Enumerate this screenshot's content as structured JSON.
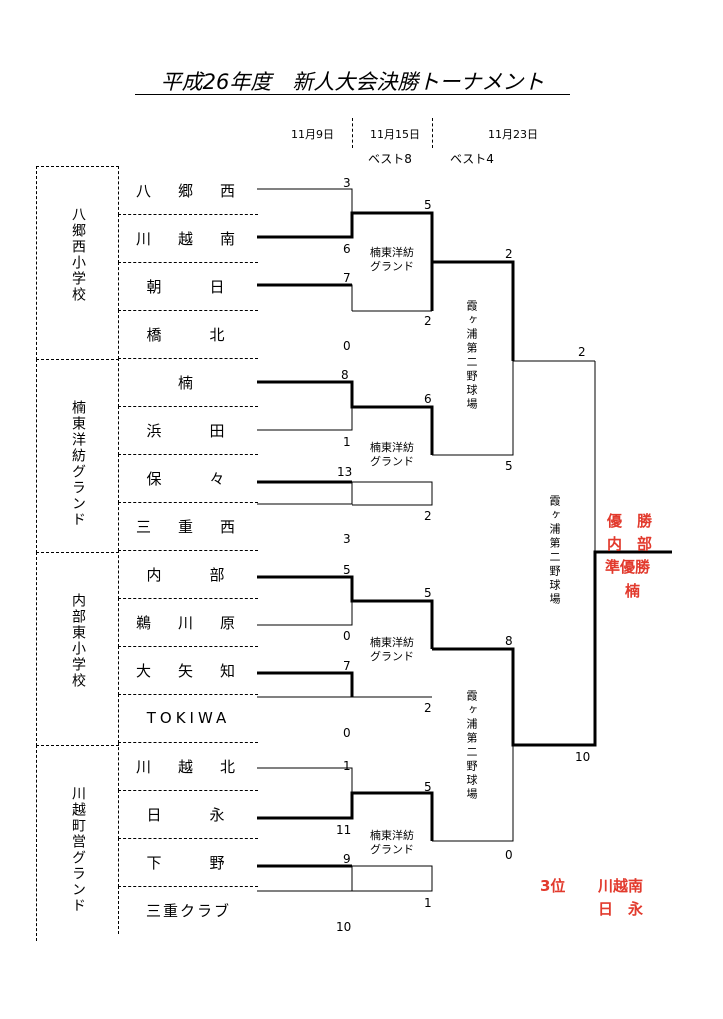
{
  "title": "平成26年度　新人大会決勝トーナメント",
  "dates": {
    "r1": "11月9日",
    "r2": "11月15日",
    "r3": "11月23日"
  },
  "rounds": {
    "best8": "ベスト8",
    "best4": "ベスト4"
  },
  "venues": [
    "八郷西小学校",
    "楠東洋紡グランド",
    "内部東小学校",
    "川越町営グランド"
  ],
  "teams": [
    "八　郷　西",
    "川　越　南",
    "朝　　日",
    "橋　　北",
    "楠",
    "浜　　田",
    "保　　々",
    "三　重　西",
    "内　　部",
    "鵜　川　原",
    "大　矢　知",
    "TOKIWA",
    "川　越　北",
    "日　　永",
    "下　　野",
    "三重クラブ"
  ],
  "r1_scores": [
    "3",
    "6",
    "7",
    "0",
    "8",
    "1",
    "13",
    "3",
    "5",
    "0",
    "7",
    "0",
    "1",
    "11",
    "9",
    "10"
  ],
  "r2_scores": [
    "5",
    "2",
    "6",
    "2",
    "5",
    "2",
    "5",
    "1"
  ],
  "r3_scores": [
    "2",
    "5",
    "8",
    "0"
  ],
  "final_scores": [
    "2",
    "10"
  ],
  "r2_venue": {
    "line1": "楠東洋紡",
    "line2": "グランド"
  },
  "r3_venue": "霞ヶ浦第二野球場",
  "results": {
    "champion_label": "優　勝",
    "champion": "内　部",
    "runnerup_label": "準優勝",
    "runnerup": "楠",
    "third_label": "3位",
    "third1": "川越南",
    "third2": "日　永"
  }
}
